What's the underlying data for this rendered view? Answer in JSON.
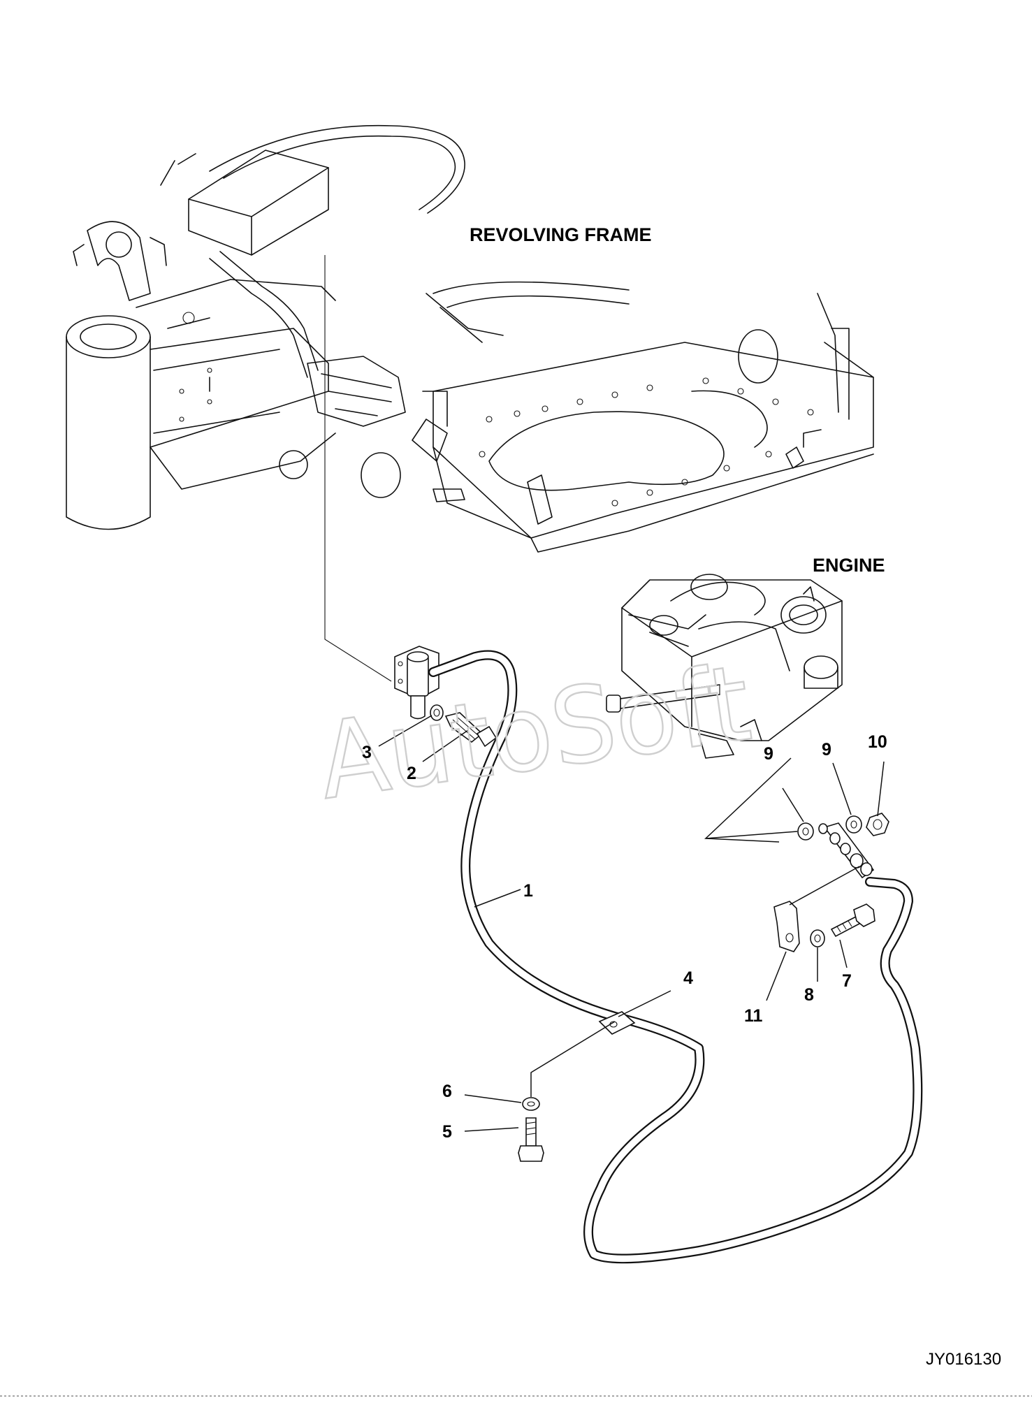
{
  "labels": {
    "revolving_frame": "REVOLVING FRAME",
    "engine": "ENGINE",
    "drawing_code": "JY016130",
    "watermark": "AutoSoft"
  },
  "callouts": [
    {
      "id": "1",
      "text": "1"
    },
    {
      "id": "2",
      "text": "2"
    },
    {
      "id": "3",
      "text": "3"
    },
    {
      "id": "4",
      "text": "4"
    },
    {
      "id": "5",
      "text": "5"
    },
    {
      "id": "6",
      "text": "6"
    },
    {
      "id": "7",
      "text": "7"
    },
    {
      "id": "8",
      "text": "8"
    },
    {
      "id": "9a",
      "text": "9"
    },
    {
      "id": "9b",
      "text": "9"
    },
    {
      "id": "10",
      "text": "10"
    },
    {
      "id": "11",
      "text": "11"
    }
  ]
}
